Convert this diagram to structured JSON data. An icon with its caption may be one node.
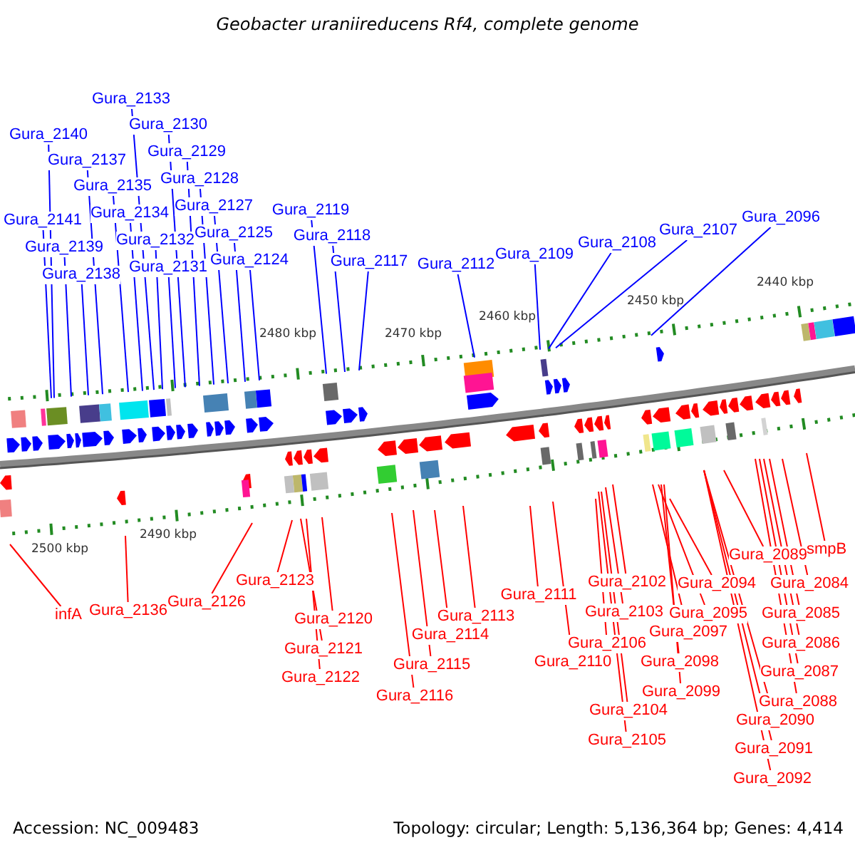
{
  "diagram": {
    "title": "Geobacter uraniireducens Rf4, complete genome",
    "nodes": [
      {
        "text": [
          "Gura_2141"
        ]
      },
      {
        "text": [
          "Gura_2140"
        ]
      },
      {
        "text": [
          "Gura_2139"
        ]
      },
      {
        "text": [
          "Gura_2138"
        ]
      },
      {
        "text": [
          "Gura_2137"
        ]
      },
      {
        "text": [
          "Gura_2135"
        ]
      },
      {
        "text": [
          "Gura_2133"
        ]
      },
      {
        "text": [
          "Gura_2134"
        ]
      },
      {
        "text": [
          "Gura_2132"
        ]
      },
      {
        "text": [
          "Gura_2131"
        ]
      },
      {
        "text": [
          "Gura_2130"
        ]
      },
      {
        "text": [
          "Gura_2129"
        ]
      },
      {
        "text": [
          "Gura_2128"
        ]
      },
      {
        "text": [
          "Gura_2127"
        ]
      },
      {
        "text": [
          "Gura_2125"
        ]
      },
      {
        "text": [
          "Gura_2124"
        ]
      },
      {
        "text": [
          "Gura_2119"
        ]
      },
      {
        "text": [
          "Gura_2118"
        ]
      },
      {
        "text": [
          "Gura_2117"
        ]
      },
      {
        "text": [
          "Gura_2112"
        ]
      },
      {
        "text": [
          "Gura_2109"
        ]
      },
      {
        "text": [
          "Gura_2108"
        ]
      },
      {
        "text": [
          "Gura_2107"
        ]
      },
      {
        "text": [
          "Gura_2096"
        ]
      },
      {
        "text": [
          "infA"
        ]
      },
      {
        "text": [
          "Gura_2136"
        ]
      },
      {
        "text": [
          "Gura_2126"
        ]
      },
      {
        "text": [
          "Gura_2123"
        ]
      },
      {
        "text": [
          "Gura_2122"
        ]
      },
      {
        "text": [
          "Gura_2121"
        ]
      },
      {
        "text": [
          "Gura_2120"
        ]
      },
      {
        "text": [
          "Gura_2116"
        ]
      },
      {
        "text": [
          "Gura_2115"
        ]
      },
      {
        "text": [
          "Gura_2114"
        ]
      },
      {
        "text": [
          "Gura_2113"
        ]
      },
      {
        "text": [
          "Gura_2111"
        ]
      },
      {
        "text": [
          "Gura_2110"
        ]
      },
      {
        "text": [
          "Gura_2106"
        ]
      },
      {
        "text": [
          "Gura_2105"
        ]
      },
      {
        "text": [
          "Gura_2104"
        ]
      },
      {
        "text": [
          "Gura_2103"
        ]
      },
      {
        "text": [
          "Gura_2102"
        ]
      },
      {
        "text": [
          "Gura_2099"
        ]
      },
      {
        "text": [
          "Gura_2098"
        ]
      },
      {
        "text": [
          "Gura_2097"
        ]
      },
      {
        "text": [
          "Gura_2095"
        ]
      },
      {
        "text": [
          "Gura_2094"
        ]
      },
      {
        "text": [
          "Gura_2092"
        ]
      },
      {
        "text": [
          "Gura_2091"
        ]
      },
      {
        "text": [
          "Gura_2090"
        ]
      },
      {
        "text": [
          "Gura_2089"
        ]
      },
      {
        "text": [
          "Gura_2088"
        ]
      },
      {
        "text": [
          "Gura_2087"
        ]
      },
      {
        "text": [
          "Gura_2086"
        ]
      },
      {
        "text": [
          "Gura_2085"
        ]
      },
      {
        "text": [
          "Gura_2084"
        ]
      },
      {
        "text": [
          "smpB"
        ]
      }
    ],
    "edges": [
      {
        "from": 0,
        "to": null,
        "arrow": "none",
        "color": "#0000ff"
      },
      {
        "from": 1,
        "to": null,
        "arrow": "none",
        "color": "#0000ff"
      },
      {
        "from": 2,
        "to": null,
        "arrow": "none",
        "color": "#0000ff"
      },
      {
        "from": 3,
        "to": null,
        "arrow": "none",
        "color": "#0000ff"
      },
      {
        "from": 4,
        "to": null,
        "arrow": "none",
        "color": "#0000ff"
      },
      {
        "from": 5,
        "to": null,
        "arrow": "none",
        "color": "#0000ff"
      },
      {
        "from": 6,
        "to": null,
        "arrow": "none",
        "color": "#0000ff"
      },
      {
        "from": 7,
        "to": null,
        "arrow": "none",
        "color": "#0000ff"
      },
      {
        "from": 8,
        "to": null,
        "arrow": "none",
        "color": "#0000ff"
      },
      {
        "from": 9,
        "to": null,
        "arrow": "none",
        "color": "#0000ff"
      },
      {
        "from": 10,
        "to": null,
        "arrow": "none",
        "color": "#0000ff"
      },
      {
        "from": 11,
        "to": null,
        "arrow": "none",
        "color": "#0000ff"
      },
      {
        "from": 12,
        "to": null,
        "arrow": "none",
        "color": "#0000ff"
      },
      {
        "from": 13,
        "to": null,
        "arrow": "none",
        "color": "#0000ff"
      },
      {
        "from": 14,
        "to": null,
        "arrow": "none",
        "color": "#0000ff"
      },
      {
        "from": 15,
        "to": null,
        "arrow": "none",
        "color": "#0000ff"
      },
      {
        "from": 16,
        "to": null,
        "arrow": "none",
        "color": "#0000ff"
      },
      {
        "from": 17,
        "to": null,
        "arrow": "none",
        "color": "#0000ff"
      },
      {
        "from": 18,
        "to": null,
        "arrow": "none",
        "color": "#0000ff"
      },
      {
        "from": 19,
        "to": null,
        "arrow": "none",
        "color": "#0000ff"
      },
      {
        "from": 20,
        "to": null,
        "arrow": "none",
        "color": "#0000ff"
      },
      {
        "from": 21,
        "to": null,
        "arrow": "none",
        "color": "#0000ff"
      },
      {
        "from": 22,
        "to": null,
        "arrow": "none",
        "color": "#0000ff"
      },
      {
        "from": 23,
        "to": null,
        "arrow": "none",
        "color": "#0000ff"
      },
      {
        "from": 24,
        "to": null,
        "arrow": "none"
      },
      {
        "from": 25,
        "to": null,
        "arrow": "none"
      },
      {
        "from": 26,
        "to": null,
        "arrow": "none"
      },
      {
        "from": 27,
        "to": null,
        "arrow": "none"
      },
      {
        "from": 28,
        "to": null,
        "arrow": "none"
      },
      {
        "from": 29,
        "to": null,
        "arrow": "none"
      },
      {
        "from": 30,
        "to": null,
        "arrow": "none"
      },
      {
        "from": 31,
        "to": null,
        "arrow": "none"
      },
      {
        "from": 32,
        "to": null,
        "arrow": "none"
      },
      {
        "from": 33,
        "to": null,
        "arrow": "none"
      },
      {
        "from": 34,
        "to": null,
        "arrow": "none"
      },
      {
        "from": 35,
        "to": null,
        "arrow": "none"
      },
      {
        "from": 36,
        "to": null,
        "arrow": "none"
      },
      {
        "from": 37,
        "to": null,
        "arrow": "none"
      },
      {
        "from": 38,
        "to": null,
        "arrow": "none"
      },
      {
        "from": 39,
        "to": null,
        "arrow": "none"
      },
      {
        "from": 40,
        "to": null,
        "arrow": "none"
      },
      {
        "from": 41,
        "to": null,
        "arrow": "none"
      },
      {
        "from": 42,
        "to": null,
        "arrow": "none"
      },
      {
        "from": 43,
        "to": null,
        "arrow": "none"
      },
      {
        "from": 44,
        "to": null,
        "arrow": "none"
      },
      {
        "from": 45,
        "to": null,
        "arrow": "none"
      },
      {
        "from": 46,
        "to": null,
        "arrow": "none"
      },
      {
        "from": 47,
        "to": null,
        "arrow": "none"
      },
      {
        "from": 48,
        "to": null,
        "arrow": "none"
      },
      {
        "from": 49,
        "to": null,
        "arrow": "none"
      },
      {
        "from": 50,
        "to": null,
        "arrow": "none"
      },
      {
        "from": 51,
        "to": null,
        "arrow": "none"
      },
      {
        "from": 52,
        "to": null,
        "arrow": "none"
      },
      {
        "from": 53,
        "to": null,
        "arrow": "none"
      },
      {
        "from": 54,
        "to": null,
        "arrow": "none"
      },
      {
        "from": 55,
        "to": null,
        "arrow": "none"
      },
      {
        "from": 56,
        "to": null,
        "arrow": "none"
      }
    ],
    "labels": [
      "2500 kbp",
      "2490 kbp",
      "2480 kbp",
      "2470 kbp",
      "2460 kbp",
      "2450 kbp",
      "2440 kbp",
      "Accession: NC_009483",
      "Topology: circular; Length: 5,136,364 bp; Genes: 4,414"
    ]
  }
}
